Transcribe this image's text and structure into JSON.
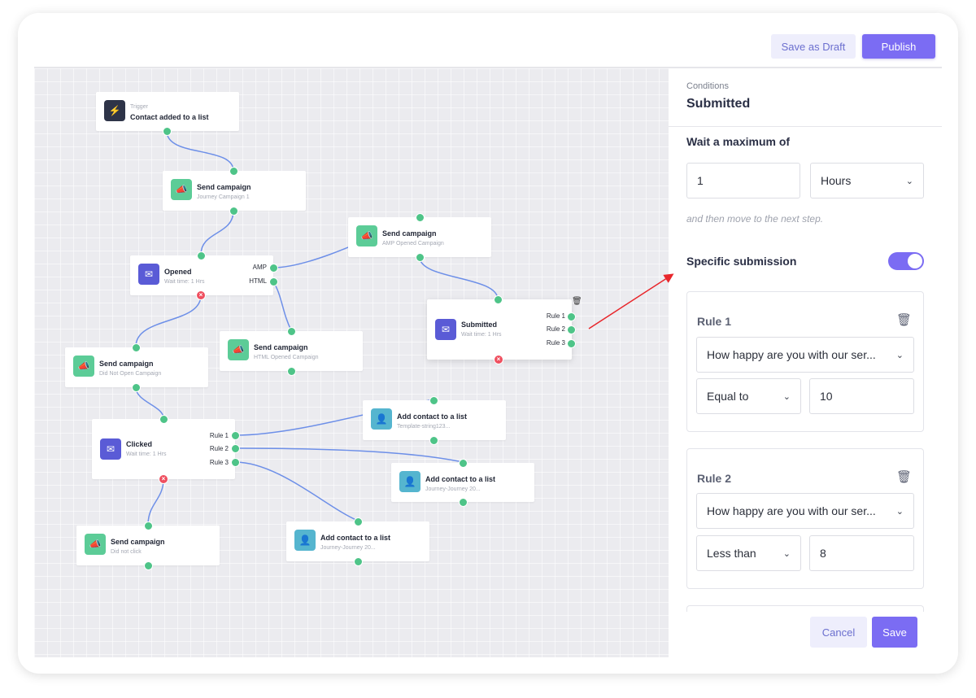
{
  "toolbar": {
    "save_draft_label": "Save as Draft",
    "publish_label": "Publish"
  },
  "canvas": {
    "trigger": {
      "label": "Trigger",
      "title": "Contact added to a list"
    },
    "send1": {
      "title": "Send campaign",
      "sub": "Journey Campaign 1"
    },
    "send_amp": {
      "title": "Send campaign",
      "sub": "AMP Opened Campaign"
    },
    "opened": {
      "title": "Opened",
      "sub": "Wait time: 1 Hrs",
      "out1": "AMP",
      "out2": "HTML"
    },
    "submitted": {
      "title": "Submitted",
      "sub": "Wait time: 1 Hrs",
      "r1": "Rule 1",
      "r2": "Rule 2",
      "r3": "Rule 3"
    },
    "send_html": {
      "title": "Send campaign",
      "sub": "HTML Opened Campaign"
    },
    "send_not_open": {
      "title": "Send campaign",
      "sub": "Did Not Open Campaign"
    },
    "clicked": {
      "title": "Clicked",
      "sub": "Wait time: 1 Hrs",
      "r1": "Rule 1",
      "r2": "Rule 2",
      "r3": "Rule 3"
    },
    "add1": {
      "title": "Add contact to a list",
      "sub": "Template-string123..."
    },
    "add2": {
      "title": "Add contact to a list",
      "sub": "Journey-Journey 20..."
    },
    "send_no_click": {
      "title": "Send campaign",
      "sub": "Did not click"
    },
    "add3": {
      "title": "Add contact to a list",
      "sub": "Journey-Journey 20..."
    }
  },
  "panel": {
    "section_label": "Conditions",
    "title": "Submitted",
    "wait_label": "Wait a maximum of",
    "wait_value": "1",
    "wait_unit": "Hours",
    "hint": "and then move to the next step.",
    "specific_label": "Specific submission",
    "specific_enabled": true,
    "rules": [
      {
        "title": "Rule 1",
        "question": "How happy are you with our ser...",
        "operator": "Equal to",
        "value": "10"
      },
      {
        "title": "Rule 2",
        "question": "How happy are you with our ser...",
        "operator": "Less than",
        "value": "8"
      }
    ],
    "cancel_label": "Cancel",
    "save_label": "Save"
  },
  "colors": {
    "accent": "#7b6cf3",
    "connector_dot": "#4ec488",
    "edge": "#6d8fe8",
    "error": "#ef4f5f",
    "annotation_arrow": "#e8262b"
  },
  "icons": {
    "trigger": "lightning-icon",
    "send": "megaphone-icon",
    "condition": "envelope-open-icon",
    "clicked": "envelope-click-icon",
    "add": "add-user-icon",
    "delete": "trash-icon",
    "dropdown": "chevron-down-icon"
  }
}
